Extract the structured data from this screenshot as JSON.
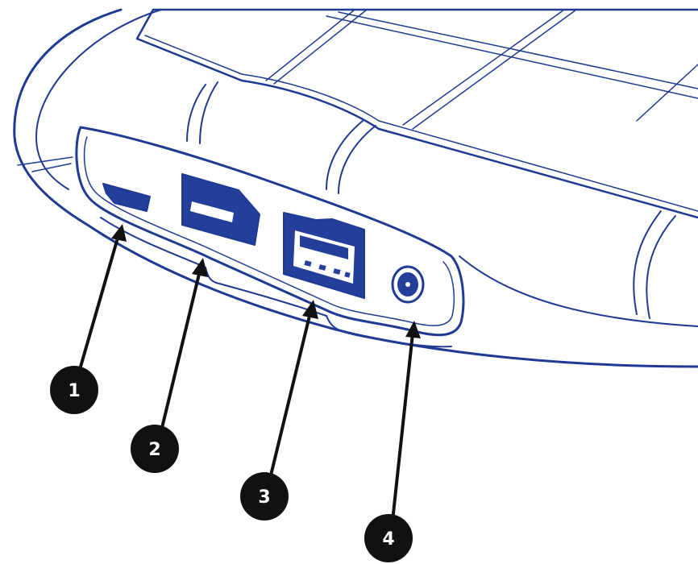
{
  "colors": {
    "outline": "#1f3a93",
    "port_fill": "#233f9a",
    "background": "#ffffff",
    "callout": "#111111",
    "callout_text": "#ffffff"
  },
  "ports": [
    {
      "id": "port-1",
      "icon": "mini-usb-port-icon"
    },
    {
      "id": "port-2",
      "icon": "firewire-port-icon"
    },
    {
      "id": "port-3",
      "icon": "usb-3-port-icon"
    },
    {
      "id": "port-4",
      "icon": "dc-power-port-icon"
    }
  ],
  "callouts": [
    {
      "label": "1"
    },
    {
      "label": "2"
    },
    {
      "label": "3"
    },
    {
      "label": "4"
    }
  ]
}
